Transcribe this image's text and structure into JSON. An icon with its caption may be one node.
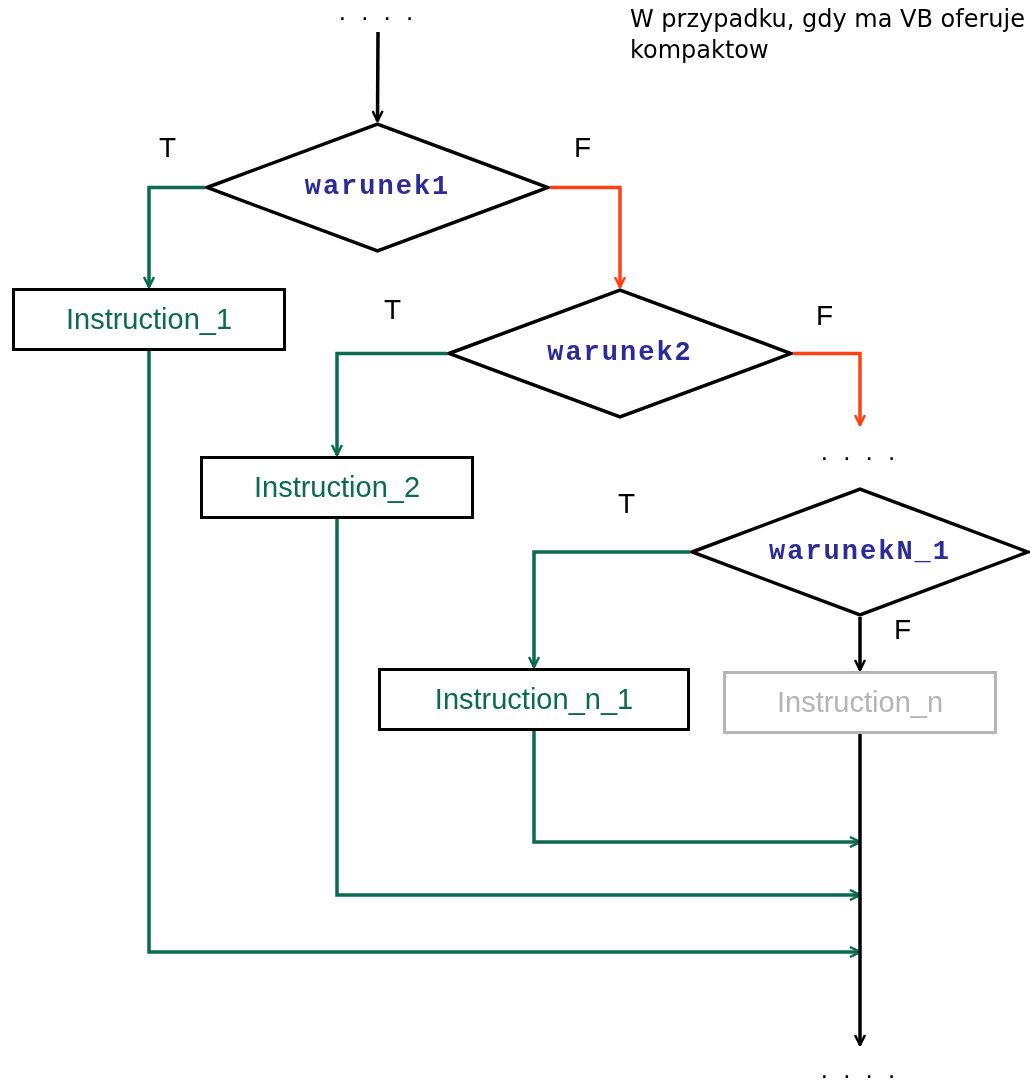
{
  "diagram": {
    "nodes": [
      {
        "text": [
          ". . . ."
        ]
      },
      {
        "text": [
          "warunek1"
        ]
      },
      {
        "text": [
          "Instruction_1"
        ]
      },
      {
        "text": [
          "warunek2"
        ]
      },
      {
        "text": [
          "Instruction_2"
        ]
      },
      {
        "text": [
          ". . . ."
        ]
      },
      {
        "text": [
          "warunekN_1"
        ]
      },
      {
        "text": [
          "Instruction_n_1"
        ]
      },
      {
        "text": [
          "Instruction_n"
        ]
      },
      {
        "text": [
          ". . . ."
        ]
      }
    ],
    "edges": [
      {
        "from": 0,
        "to": 1,
        "arrow": "to",
        "color": "#000000"
      },
      {
        "from": 1,
        "to": 2,
        "arrow": "to",
        "label": "T",
        "color": "#0b6b50"
      },
      {
        "from": 1,
        "to": 3,
        "arrow": "to",
        "label": "F",
        "color": "#ff4213"
      },
      {
        "from": 3,
        "to": 4,
        "arrow": "to",
        "label": "T",
        "color": "#0b6b50"
      },
      {
        "from": 3,
        "to": 5,
        "arrow": "to",
        "label": "F",
        "color": "#ff4213"
      },
      {
        "from": 6,
        "to": 7,
        "arrow": "to",
        "label": "T",
        "color": "#0b6b50"
      },
      {
        "from": 6,
        "to": 8,
        "arrow": "to",
        "label": "F",
        "color": "#000000"
      },
      {
        "from": 2,
        "to": 9,
        "arrow": "to",
        "color": "#0b6b50"
      },
      {
        "from": 4,
        "to": 9,
        "arrow": "to",
        "color": "#0b6b50"
      },
      {
        "from": 7,
        "to": 9,
        "arrow": "to",
        "color": "#0b6b50"
      },
      {
        "from": 8,
        "to": 9,
        "arrow": "to",
        "color": "#000000"
      }
    ],
    "labels": [
      "W przypadku, gdy ma VB oferuje kompaktow"
    ]
  }
}
